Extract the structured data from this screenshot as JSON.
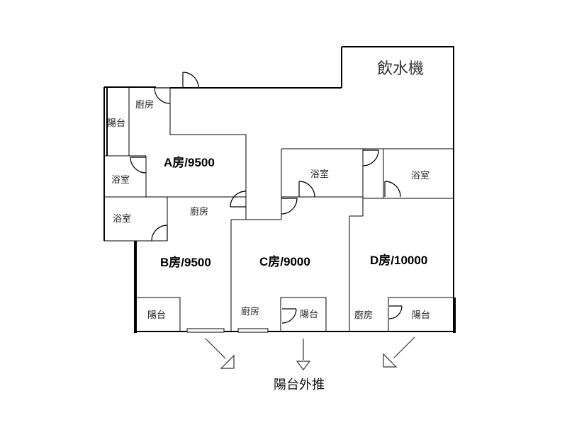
{
  "labels": {
    "water_dispenser": "飲水機",
    "room_a": "A房/9500",
    "room_b": "B房/9500",
    "room_c": "C房/9000",
    "room_d": "D房/10000",
    "balcony": "陽台",
    "bathroom": "浴室",
    "kitchen": "廚房",
    "balcony_push_out": "陽台外推"
  }
}
